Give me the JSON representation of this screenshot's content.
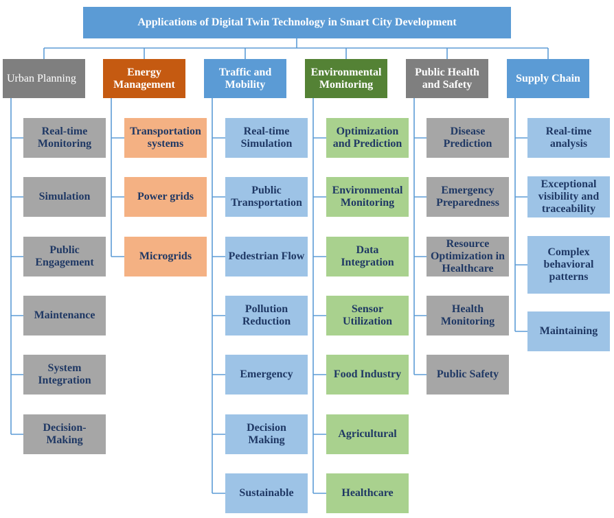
{
  "title": "Applications of Digital Twin Technology in Smart City Development",
  "categories": [
    {
      "key": "urban",
      "label": "Urban Planning",
      "theme": "gray",
      "items": [
        "Real-time Monitoring",
        "Simulation",
        "Public Engagement",
        "Maintenance",
        "System Integration",
        "Decision-Making"
      ]
    },
    {
      "key": "energy",
      "label": "Energy Management",
      "theme": "orange",
      "items": [
        "Transportation systems",
        "Power grids",
        "Microgrids"
      ]
    },
    {
      "key": "traffic",
      "label": "Traffic and Mobility",
      "theme": "blue",
      "items": [
        "Real-time Simulation",
        "Public Transportation",
        "Pedestrian Flow",
        "Pollution Reduction",
        "Emergency",
        "Decision Making",
        "Sustainable"
      ]
    },
    {
      "key": "environment",
      "label": "Environmental Monitoring",
      "theme": "green",
      "items": [
        "Optimization and Prediction",
        "Environmental Monitoring",
        "Data Integration",
        "Sensor Utilization",
        "Food Industry",
        "Agricultural",
        "Healthcare"
      ]
    },
    {
      "key": "health",
      "label": "Public Health and Safety",
      "theme": "gray",
      "items": [
        "Disease Prediction",
        "Emergency Preparedness",
        "Resource Optimization in Healthcare",
        "Health Monitoring",
        "Public Safety"
      ]
    },
    {
      "key": "supply",
      "label": "Supply Chain",
      "theme": "supply",
      "items": [
        "Real-time analysis",
        "Exceptional visibility and traceability",
        "Complex behavioral patterns",
        "Maintaining"
      ]
    }
  ]
}
